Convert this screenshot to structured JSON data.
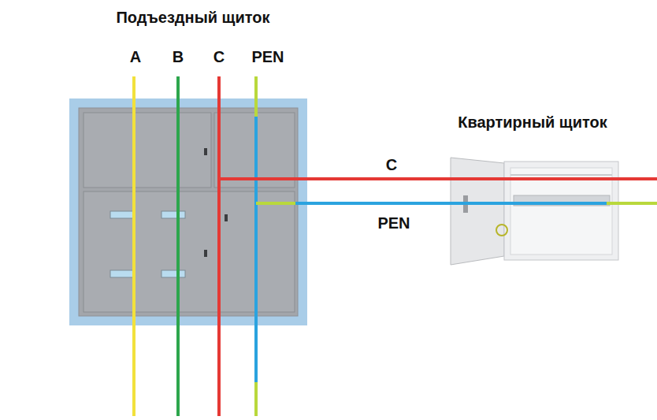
{
  "diagram": {
    "nodes": [
      {
        "text": [
          "Подъездный щиток"
        ]
      },
      {
        "text": [
          "Квартирный щиток"
        ]
      }
    ],
    "edges": [
      {
        "from": 0,
        "to": 1,
        "label": "C",
        "arrow": "none"
      },
      {
        "from": 0,
        "to": 1,
        "label": "PEN",
        "arrow": "none"
      }
    ],
    "labels": [
      "A",
      "B",
      "C",
      "PEN"
    ]
  }
}
